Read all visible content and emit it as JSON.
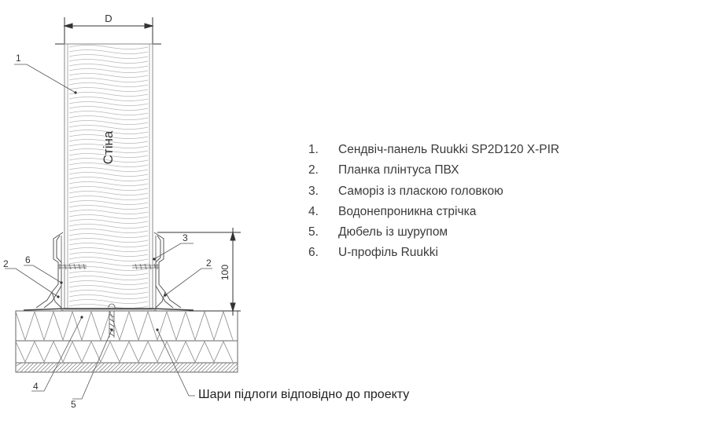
{
  "drawing": {
    "dim_width_label": "D",
    "dim_height_label": "100",
    "wall_label": "Стіна",
    "callouts": {
      "c1": "1",
      "c2_left": "2",
      "c2_right": "2",
      "c3": "3",
      "c4": "4",
      "c5": "5",
      "c6": "6"
    },
    "line_color": "#7a7a7a",
    "dark_line_color": "#333333"
  },
  "legend": {
    "items": [
      {
        "num": "1.",
        "text": "Сендвіч-панель Ruukki SP2D120 X-PIR"
      },
      {
        "num": "2.",
        "text": "Планка плінтуса ПВХ"
      },
      {
        "num": "3.",
        "text": "Саморіз із пласкою головкою"
      },
      {
        "num": "4.",
        "text": "Водонепроникна стрічка"
      },
      {
        "num": "5.",
        "text": "Дюбель із шурупом"
      },
      {
        "num": "6.",
        "text": "U-профіль Ruukki"
      }
    ]
  },
  "caption": "Шари підлоги відповідно до проекту"
}
